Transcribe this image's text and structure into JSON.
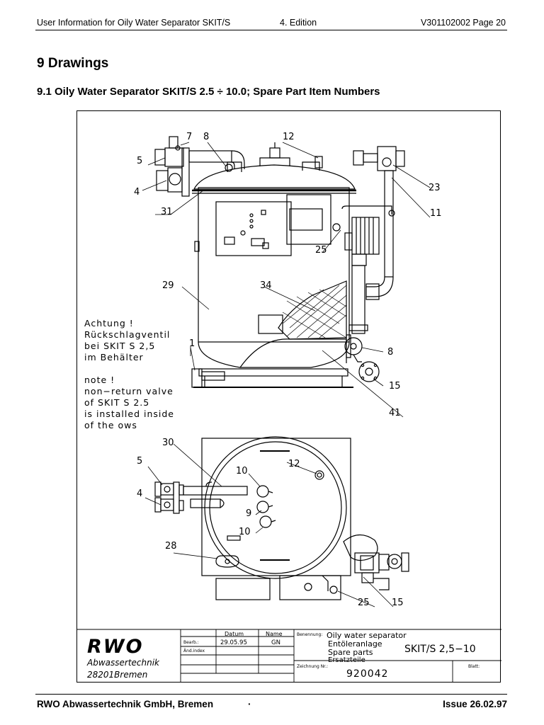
{
  "header": {
    "title": "User Information for Oily Water Separator SKIT/S",
    "edition": "4. Edition",
    "page": "V301102002 Page  20"
  },
  "chapter": "9 Drawings",
  "section": "9.1 Oily Water Separator SKIT/S 2.5 ÷ 10.0; Spare Part Item Numbers",
  "notes": {
    "german": [
      "Achtung !",
      "Rückschlagventil",
      "bei SKIT S 2,5",
      "im Behälter"
    ],
    "english": [
      "note !",
      "non−return  valve",
      "of  SKIT  S  2.5",
      "is  installed  inside",
      "of  the  ows"
    ]
  },
  "callouts": {
    "front": [
      "7",
      "8",
      "12",
      "5",
      "4",
      "23",
      "31",
      "11",
      "25",
      "29",
      "34",
      "1",
      "8",
      "15",
      "41"
    ],
    "top": [
      "30",
      "5",
      "10",
      "12",
      "4",
      "9",
      "10",
      "28",
      "25",
      "15"
    ]
  },
  "title_block": {
    "company_logo": "RWO",
    "company_sub": "Abwassertechnik",
    "company_city": "28201Bremen",
    "label_bearb": "Bearb.:",
    "label_aend": "Änd.index",
    "col_datum": "Datum",
    "col_name": "Name",
    "datum": "29.05.95",
    "name": "GN",
    "label_benennung": "Benennung:",
    "desc": [
      "Oily  water  separator",
      "Entöleranlage",
      "Spare  parts",
      "Ersatzteile"
    ],
    "model": "SKIT/S  2,5−10",
    "label_zeichnung": "Zeichnung  Nr.:",
    "drawing_no": "920042",
    "label_blatt": "Blatt:"
  },
  "footer": {
    "left": "RWO Abwassertechnik GmbH, Bremen",
    "center": "·",
    "right": "Issue 26.02.97"
  }
}
